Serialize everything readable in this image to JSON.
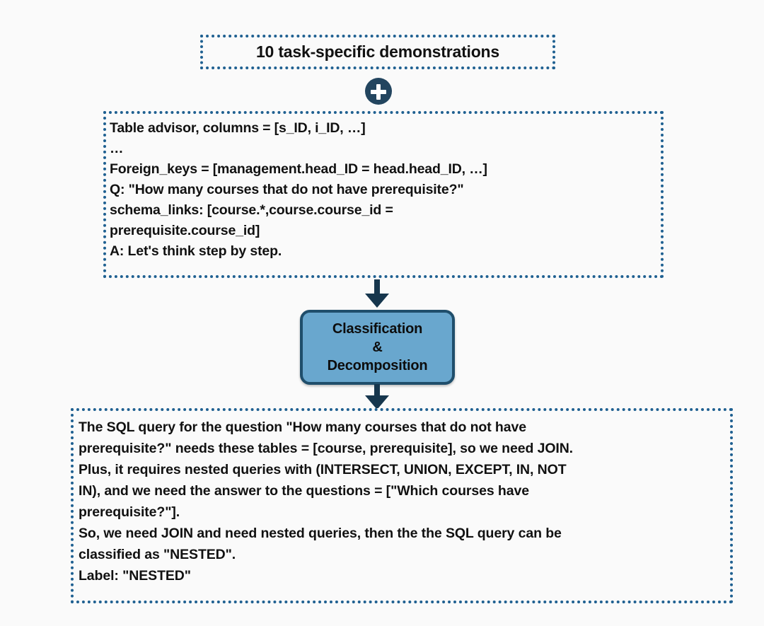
{
  "background_color": "#fafafa",
  "accent_border_color": "#1f6091",
  "node_fill_color": "#69a7ce",
  "node_border_color": "#1f4e6b",
  "badge_color": "#23455f",
  "arrow_color": "#16364d",
  "demos": {
    "title": "10 task-specific demonstrations"
  },
  "plus_badge": {
    "icon": "plus-circle-icon",
    "symbol": "+"
  },
  "prompt": {
    "lines": [
      "Table advisor, columns = [s_ID, i_ID, …]",
      "…",
      "Foreign_keys = [management.head_ID = head.head_ID, …]",
      "Q: \"How many courses that do not have prerequisite?\"",
      "schema_links: [course.*,course.course_id =",
      "prerequisite.course_id]",
      "A: Let's think step by step."
    ]
  },
  "classifier": {
    "lines": [
      "Classification",
      "&",
      "Decomposition"
    ]
  },
  "arrows": {
    "prompt_to_classifier": "down-arrow-icon",
    "classifier_to_output": "down-arrow-icon"
  },
  "output": {
    "lines": [
      "The SQL query for the question \"How many courses that do not have",
      "prerequisite?\" needs these tables = [course, prerequisite], so we need JOIN.",
      "Plus, it requires nested queries with (INTERSECT, UNION, EXCEPT, IN, NOT",
      "IN), and we need the answer to the questions = [\"Which courses have",
      "prerequisite?\"].",
      "So, we need JOIN and need nested queries, then the the SQL query can be",
      "classified as \"NESTED\".",
      "Label: \"NESTED\""
    ]
  }
}
